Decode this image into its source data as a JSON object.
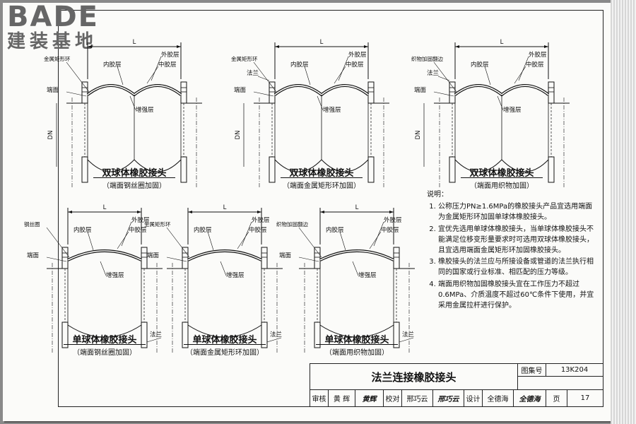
{
  "logo": {
    "en": "BADE",
    "cn": "建装基地"
  },
  "common": {
    "L": "L",
    "DN": "DN",
    "outer": "外胶层",
    "middle": "中胶层",
    "inner": "内胶层",
    "reinforce": "增强层",
    "endface": "端面",
    "flange": "法兰"
  },
  "drawings": [
    {
      "title": "双球体橡胶接头",
      "subtitle": "（端面钢丝圈加固）",
      "ring": "金属矩形环"
    },
    {
      "title": "双球体橡胶接头",
      "subtitle": "（端面金属矩形环加固）",
      "ring": "金属矩形环"
    },
    {
      "title": "双球体橡胶接头",
      "subtitle": "（端面用织物加固）",
      "ring": "织物加固翻边"
    },
    {
      "title": "单球体橡胶接头",
      "subtitle": "（端面钢丝圈加固）",
      "ring": "钢丝圈"
    },
    {
      "title": "单球体橡胶接头",
      "subtitle": "（端面金属矩形环加固）",
      "ring": "金属矩形环"
    },
    {
      "title": "单球体橡胶接头",
      "subtitle": "（端面用织物加固）",
      "ring": "织物加固翻边"
    }
  ],
  "notes": {
    "heading": "说明：",
    "items": [
      "公称压力PN≥1.6MPa的橡胶接头产品宜选用端面为金属矩形环加固单球体橡胶接头。",
      "宜优先选用单球体橡胶接头，当单球体橡胶接头不能满足位移变形量要求时可选用双球体橡胶接头，且宜选用端面金属矩形环加固橡胶接头。",
      "橡胶接头的法兰应与所接设备或管道的法兰执行相同的国家或行业标准、相匹配的压力等级。",
      "端面用织物加固橡胶接头宜在工作压力不超过0.6MPa、介质温度不超过60℃条件下使用，并宜采用金属拉杆进行保护。"
    ]
  },
  "title_block": {
    "drawing_title": "法兰连接橡胶接头",
    "atlas_label": "图集号",
    "atlas_no": "13K204",
    "review_label": "审核",
    "reviewer": "黄 辉",
    "reviewer_sig": "黄辉",
    "check_label": "校对",
    "checker": "邢巧云",
    "checker_sig": "邢巧云",
    "design_label": "设计",
    "designer": "全德海",
    "designer_sig": "全德海",
    "page_label": "页",
    "page_no": "17"
  }
}
